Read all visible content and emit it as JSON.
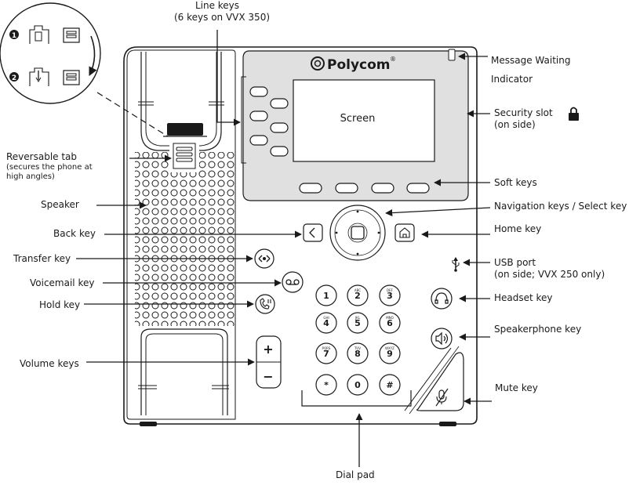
{
  "brand": {
    "name": "Polycom",
    "mark": "®"
  },
  "screen_label": "Screen",
  "insert": {
    "step1": "1",
    "step2": "2"
  },
  "callouts": {
    "line_keys": [
      "Line keys",
      "(6 keys on VVX 350)"
    ],
    "message_waiting": [
      "Message Waiting",
      "Indicator"
    ],
    "security_slot": [
      "Security slot",
      "(on side)"
    ],
    "reversable_tab": "Reversable tab",
    "reversable_tab_note": [
      "(secures the phone at",
      "high angles)"
    ],
    "soft_keys": "Soft keys",
    "speaker": "Speaker",
    "navigation_keys": "Navigation keys / Select key",
    "back_key": "Back key",
    "home_key": "Home key",
    "transfer_key": "Transfer key",
    "usb_port": [
      "USB port",
      "(on side; VVX 250 only)"
    ],
    "voicemail_key": "Voicemail key",
    "hold_key": "Hold key",
    "headset_key": "Headset key",
    "speakerphone_key": "Speakerphone key",
    "volume_keys": "Volume keys",
    "mute_key": "Mute key",
    "dial_pad": "Dial pad"
  },
  "volume": {
    "plus": "+",
    "minus": "−"
  },
  "dialpad": [
    {
      "digit": "1",
      "letters": ""
    },
    {
      "digit": "2",
      "letters": "ABC"
    },
    {
      "digit": "3",
      "letters": "DEF"
    },
    {
      "digit": "4",
      "letters": "GHI"
    },
    {
      "digit": "5",
      "letters": "JKL"
    },
    {
      "digit": "6",
      "letters": "MNO"
    },
    {
      "digit": "7",
      "letters": "PQRS"
    },
    {
      "digit": "8",
      "letters": "TUV"
    },
    {
      "digit": "9",
      "letters": "WXYZ"
    },
    {
      "digit": "*",
      "letters": ""
    },
    {
      "digit": "0",
      "letters": ""
    },
    {
      "digit": "#",
      "letters": ""
    }
  ],
  "colors": {
    "line": "#1a1a1a",
    "bezel": "#e0e0e0",
    "screen": "#ffffff",
    "key": "#ffffff"
  }
}
